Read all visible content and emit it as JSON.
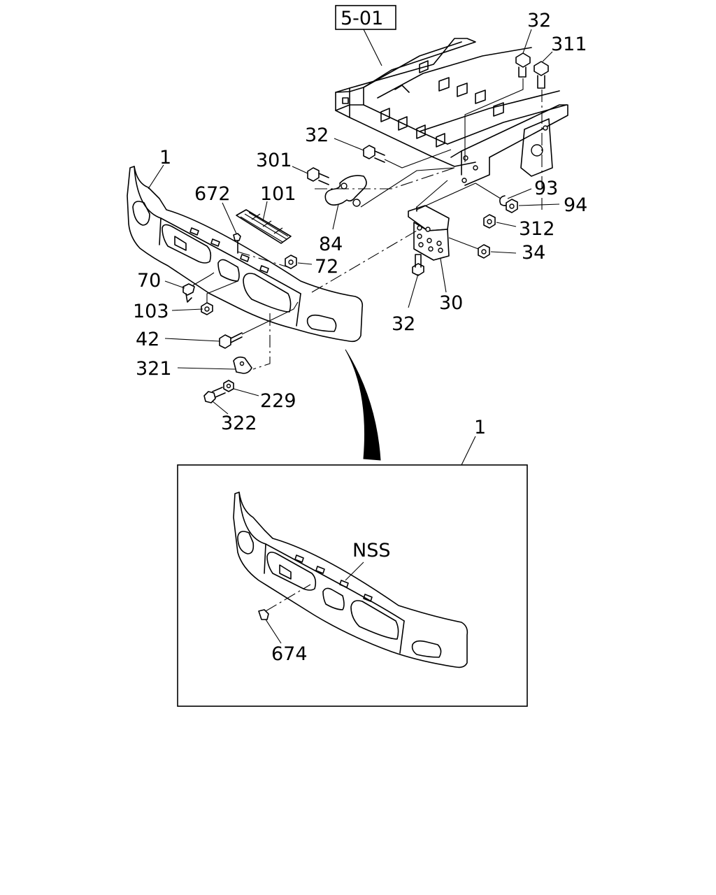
{
  "reference_box": "5-01",
  "callouts": {
    "c32_top": "32",
    "c311": "311",
    "c32_mid": "32",
    "c301": "301",
    "c1_main": "1",
    "c672": "672",
    "c101": "101",
    "c84": "84",
    "c93": "93",
    "c94": "94",
    "c312": "312",
    "c34": "34",
    "c72": "72",
    "c70": "70",
    "c103": "103",
    "c30": "30",
    "c32_low": "32",
    "c42": "42",
    "c321": "321",
    "c229": "229",
    "c322": "322",
    "c1_inset": "1",
    "nss": "NSS",
    "c674": "674"
  }
}
